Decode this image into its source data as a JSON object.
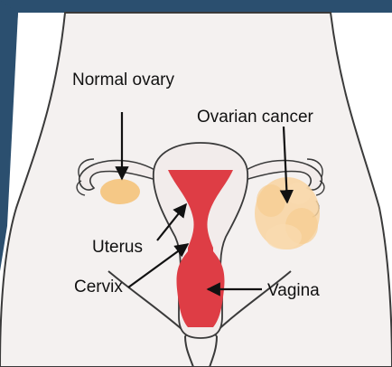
{
  "colors": {
    "frame": "#2b4f6f",
    "body_fill": "#f4f1f0",
    "body_line": "#3a3a3a",
    "uterus_outer": "#f2eceb",
    "uterus_inner": "#de3d45",
    "ovary_normal": "#f5c37a",
    "ovary_cancer": "#f8d4a0",
    "arrow": "#111111"
  },
  "labels": {
    "normal_ovary": "Normal ovary",
    "ovarian_cancer": "Ovarian cancer",
    "uterus": "Uterus",
    "cervix": "Cervix",
    "vagina": "Vagina"
  }
}
